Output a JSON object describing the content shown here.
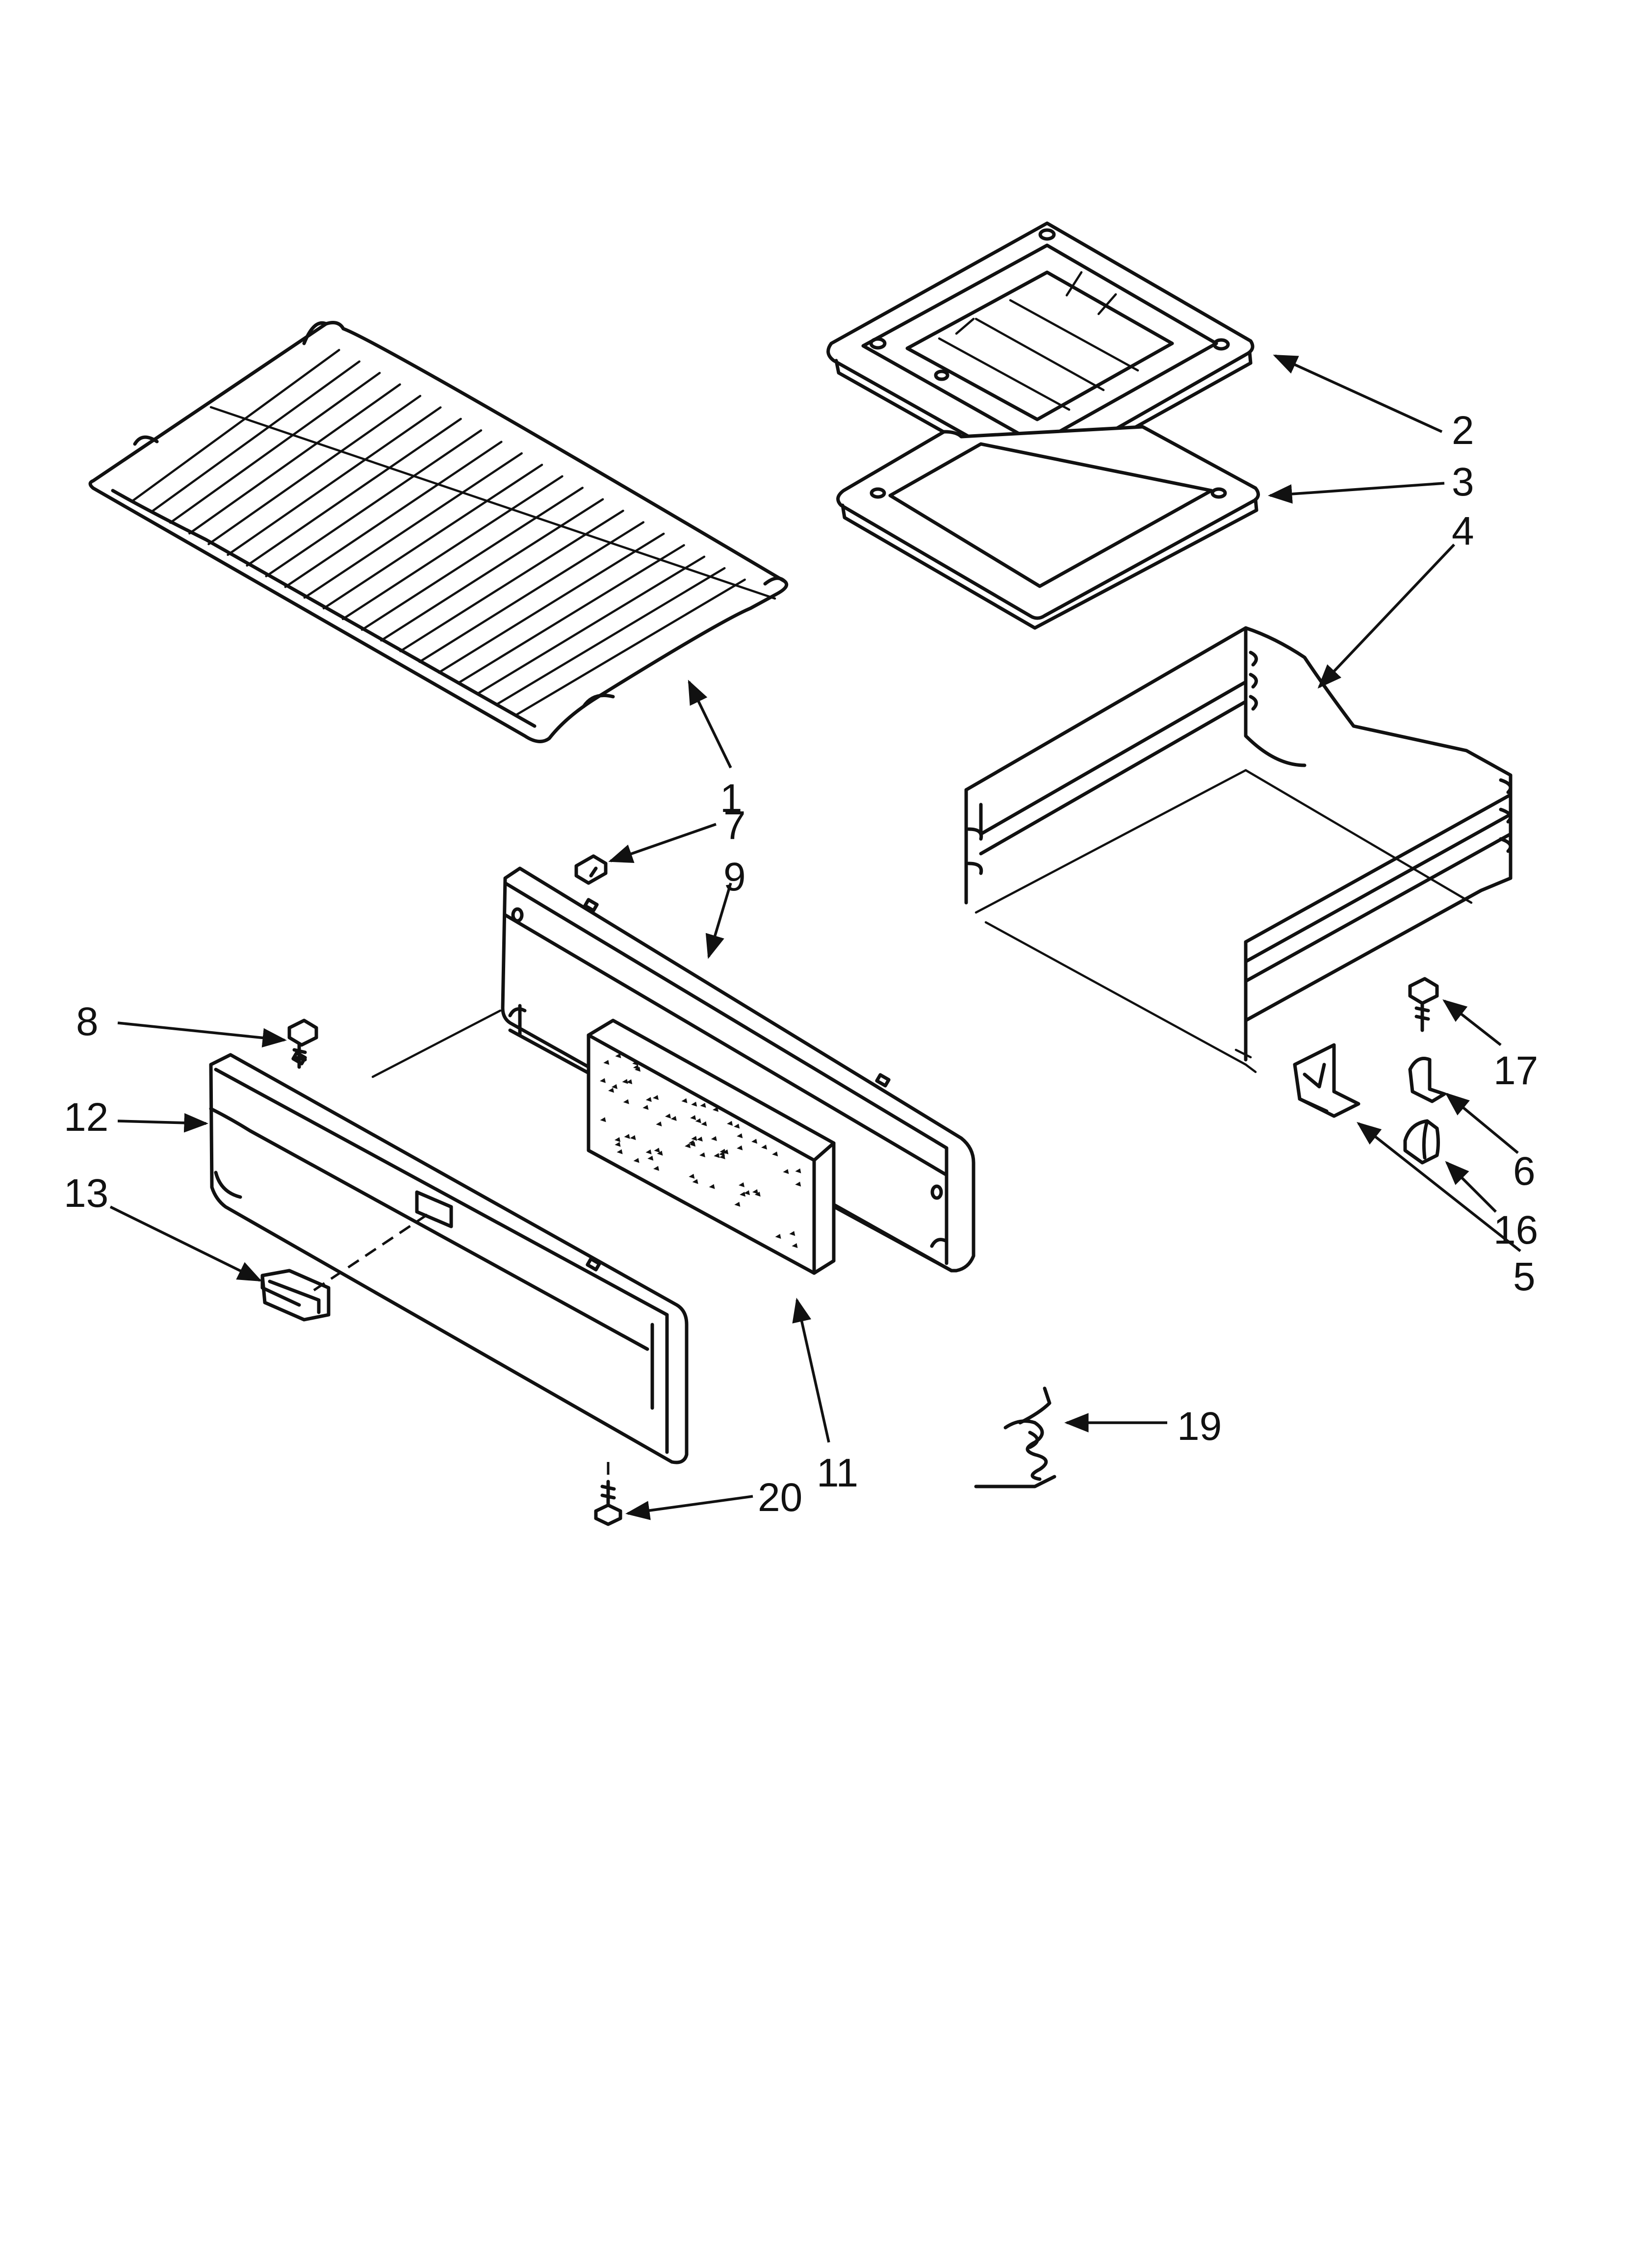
{
  "callouts": [
    {
      "id": "1",
      "label": "1"
    },
    {
      "id": "2",
      "label": "2"
    },
    {
      "id": "3",
      "label": "3"
    },
    {
      "id": "4",
      "label": "4"
    },
    {
      "id": "5",
      "label": "5"
    },
    {
      "id": "6",
      "label": "6"
    },
    {
      "id": "7",
      "label": "7"
    },
    {
      "id": "8",
      "label": "8"
    },
    {
      "id": "9",
      "label": "9"
    },
    {
      "id": "11",
      "label": "11"
    },
    {
      "id": "12",
      "label": "12"
    },
    {
      "id": "13",
      "label": "13"
    },
    {
      "id": "16",
      "label": "16"
    },
    {
      "id": "17",
      "label": "17"
    },
    {
      "id": "19",
      "label": "19"
    },
    {
      "id": "20",
      "label": "20"
    }
  ]
}
